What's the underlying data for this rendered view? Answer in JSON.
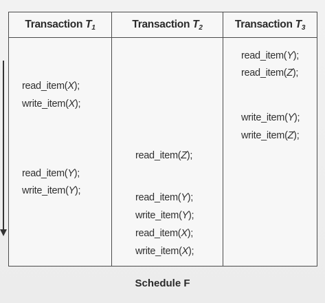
{
  "columns": [
    {
      "prefix": "Transaction ",
      "var": "T",
      "sub": "1"
    },
    {
      "prefix": "Transaction ",
      "var": "T",
      "sub": "2"
    },
    {
      "prefix": "Transaction ",
      "var": "T",
      "sub": "3"
    }
  ],
  "t1_ops": [
    {
      "fn": "read_item(",
      "arg": "X",
      "end": ");"
    },
    {
      "fn": "write_item(",
      "arg": "X",
      "end": ");"
    },
    {
      "fn": "read_item(",
      "arg": "Y",
      "end": ");"
    },
    {
      "fn": "write_item(",
      "arg": "Y",
      "end": ");"
    }
  ],
  "t2_ops": [
    {
      "fn": "read_item(",
      "arg": "Z",
      "end": ");"
    },
    {
      "fn": "read_item(",
      "arg": "Y",
      "end": ");"
    },
    {
      "fn": "write_item(",
      "arg": "Y",
      "end": ");"
    },
    {
      "fn": "read_item(",
      "arg": "X",
      "end": ");"
    },
    {
      "fn": "write_item(",
      "arg": "X",
      "end": ");"
    }
  ],
  "t3_ops": [
    {
      "fn": "read_item(",
      "arg": "Y",
      "end": ");"
    },
    {
      "fn": "read_item(",
      "arg": "Z",
      "end": ");"
    },
    {
      "fn": "write_item(",
      "arg": "Y",
      "end": ");"
    },
    {
      "fn": "write_item(",
      "arg": "Z",
      "end": ");"
    }
  ],
  "caption": "Schedule F"
}
